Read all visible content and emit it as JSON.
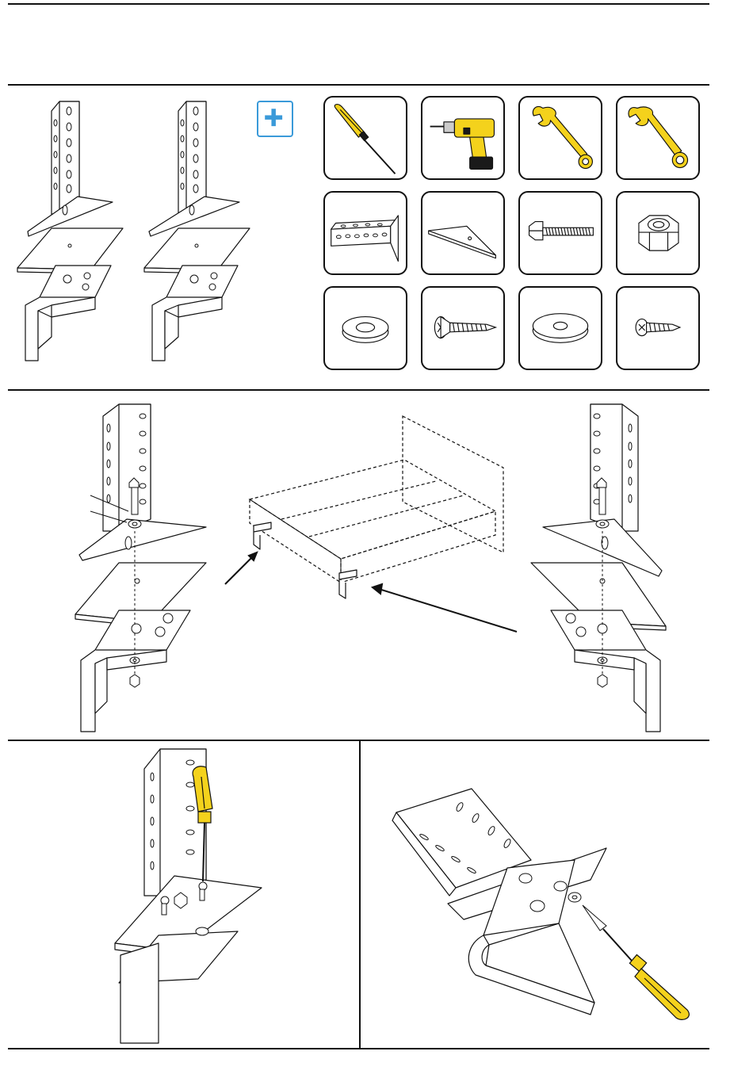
{
  "colors": {
    "line": "#111111",
    "tool_yellow": "#f4d21c",
    "tool_dark": "#1a1a1a",
    "plus_blue": "#3a9ad9",
    "metal": "#ffffff"
  },
  "parts_legend": {
    "add_marker_icon": "plus-icon",
    "tiles": [
      {
        "icon": "screwdriver-icon"
      },
      {
        "icon": "drill-icon"
      },
      {
        "icon": "open-wrench-icon"
      },
      {
        "icon": "combination-wrench-icon"
      },
      {
        "icon": "angle-bracket-icon"
      },
      {
        "icon": "triangle-plate-icon"
      },
      {
        "icon": "hex-bolt-icon"
      },
      {
        "icon": "nut-icon"
      },
      {
        "icon": "small-washer-icon"
      },
      {
        "icon": "countersunk-screw-icon"
      },
      {
        "icon": "large-washer-icon"
      },
      {
        "icon": "pan-head-screw-icon"
      }
    ]
  },
  "steps": [
    {
      "icon": "bracket-kit-pair"
    },
    {
      "icon": "bed-frame-assembly"
    },
    {
      "icon": "screwdriver-fastening"
    },
    {
      "icon": "bracket-underside-fastening"
    }
  ]
}
